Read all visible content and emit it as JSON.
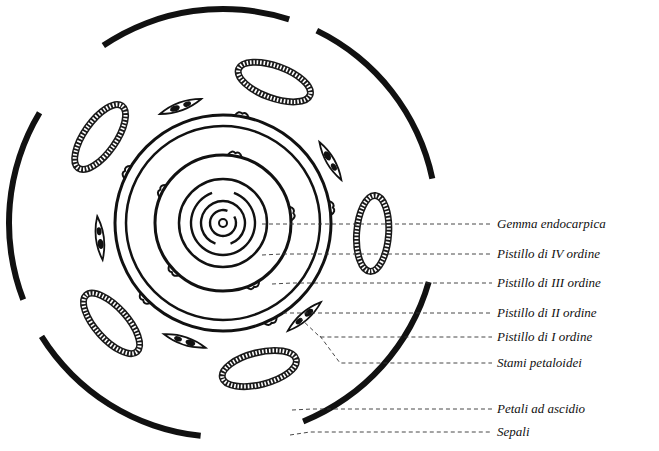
{
  "diagram": {
    "labels": [
      "Gemma endocarpica",
      "Pistillo di IV ordine",
      "Pistillo di III ordine",
      "Pistillo di II ordine",
      "Pistillo di I ordine",
      "Stami petaloidei",
      "Petali ad ascidio",
      "Sepali"
    ]
  }
}
